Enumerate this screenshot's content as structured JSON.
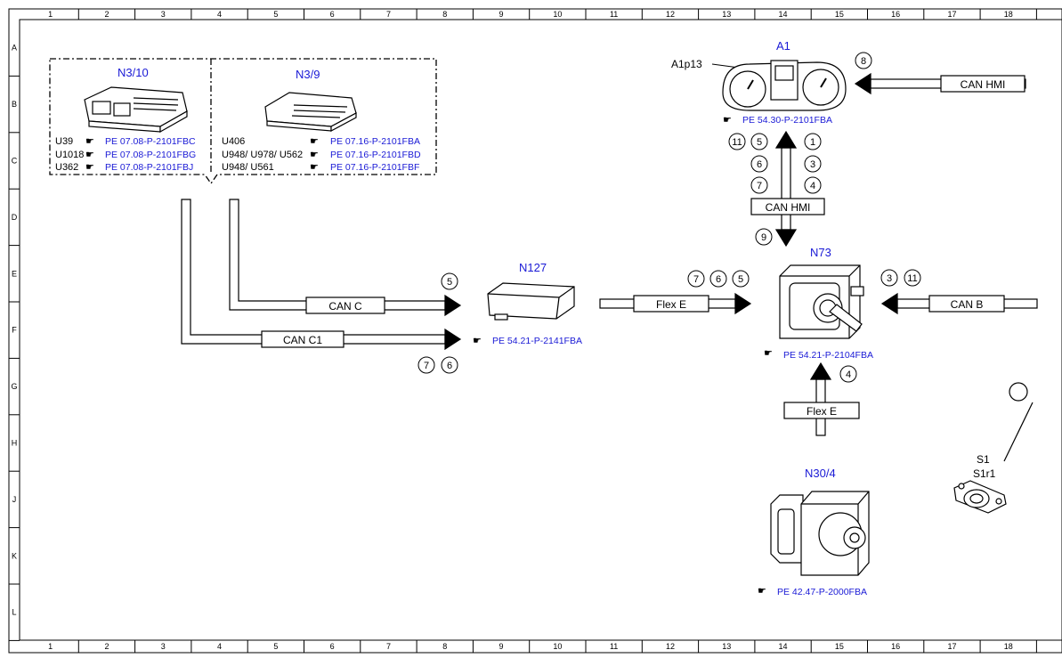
{
  "grid": {
    "columns": [
      "1",
      "2",
      "3",
      "4",
      "5",
      "6",
      "7",
      "8",
      "9",
      "10",
      "11",
      "12",
      "13",
      "14",
      "15",
      "16",
      "17",
      "18"
    ],
    "rows": [
      "A",
      "B",
      "C",
      "D",
      "E",
      "F",
      "G",
      "H",
      "J",
      "K",
      "L"
    ]
  },
  "components": {
    "n3_10": {
      "label": "N3/10",
      "refs": [
        {
          "code": "U39",
          "ref": "PE 07.08-P-2101FBC"
        },
        {
          "code": "U1018",
          "ref": "PE 07.08-P-2101FBG"
        },
        {
          "code": "U362",
          "ref": "PE 07.08-P-2101FBJ"
        }
      ]
    },
    "n3_9": {
      "label": "N3/9",
      "refs": [
        {
          "code": "U406",
          "ref": "PE 07.16-P-2101FBA"
        },
        {
          "code": "U948/ U978/ U562",
          "ref": "PE 07.16-P-2101FBD"
        },
        {
          "code": "U948/ U561",
          "ref": "PE 07.16-P-2101FBF"
        }
      ]
    },
    "a1": {
      "label": "A1",
      "sub": "A1p13",
      "ref": "PE 54.30-P-2101FBA"
    },
    "n127": {
      "label": "N127",
      "ref": "PE 54.21-P-2141FBA"
    },
    "n73": {
      "label": "N73",
      "ref": "PE 54.21-P-2104FBA"
    },
    "n30_4": {
      "label": "N30/4",
      "ref": "PE 42.47-P-2000FBA"
    },
    "s1": {
      "label1": "S1",
      "label2": "S1r1"
    }
  },
  "buses": {
    "can_c": "CAN C",
    "can_c1": "CAN C1",
    "flex_e_1": "Flex E",
    "flex_e_2": "Flex E",
    "can_b": "CAN B",
    "can_hmi_1": "CAN HMI",
    "can_hmi_2": "CAN HMI"
  },
  "callouts": {
    "c8": "8",
    "c11a": "11",
    "c5a": "5",
    "c6a": "6",
    "c7a": "7",
    "c1": "1",
    "c3a": "3",
    "c4a": "4",
    "c9": "9",
    "c5b": "5",
    "c7b": "7",
    "c6b": "6",
    "c7c": "7",
    "c6c": "6",
    "c5c": "5",
    "c3b": "3",
    "c11b": "11",
    "c4b": "4"
  }
}
